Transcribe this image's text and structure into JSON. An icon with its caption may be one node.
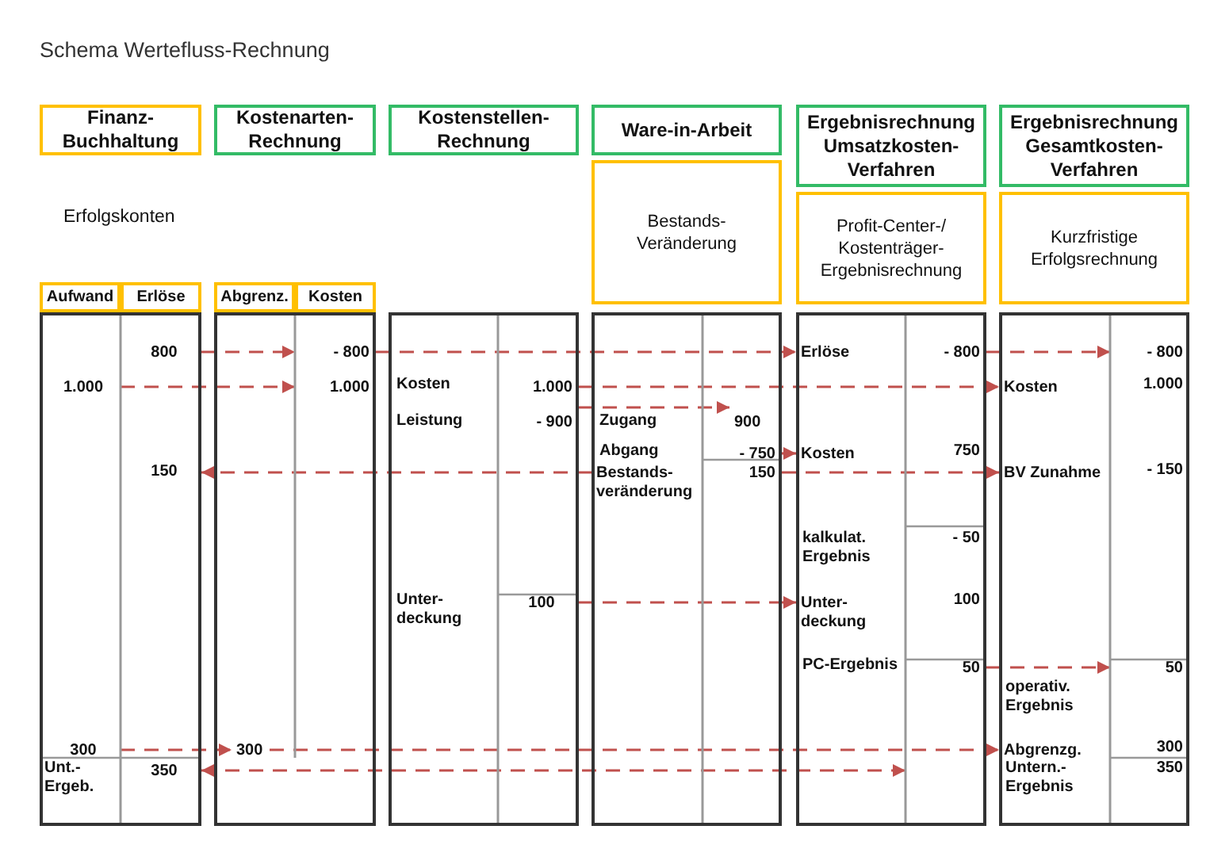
{
  "diagram": {
    "title": "Schema Wertefluss-Rechnung",
    "nodes": [
      {
        "text": [
          "Finanz- Buchhaltung"
        ]
      },
      {
        "text": [
          "Kostenarten- Rechnung"
        ]
      },
      {
        "text": [
          "Kostenstellen- Rechnung"
        ]
      },
      {
        "text": [
          "Ware-in-Arbeit"
        ]
      },
      {
        "text": [
          "Ergebnisrechnung Umsatzkosten- Verfahren"
        ]
      },
      {
        "text": [
          "Ergebnisrechnung Gesamtkosten- Verfahren"
        ]
      },
      {
        "text": [
          "Bestands- Veränderung"
        ]
      },
      {
        "text": [
          "Profit-Center-/ Kostenträger- Ergebnisrechnung"
        ]
      },
      {
        "text": [
          "Kurzfristige Erfolgsrechnung"
        ]
      },
      {
        "text": [
          "Aufwand"
        ]
      },
      {
        "text": [
          "Erlöse"
        ]
      },
      {
        "text": [
          "Abgrenz."
        ]
      },
      {
        "text": [
          "Kosten"
        ]
      },
      {
        "text": [],
        "shape": "box"
      },
      {
        "text": [],
        "shape": "box"
      },
      {
        "text": [],
        "shape": "box"
      },
      {
        "text": [],
        "shape": "box"
      },
      {
        "text": [],
        "shape": "box"
      },
      {
        "text": [],
        "shape": "box"
      },
      {
        "text": [
          "800"
        ],
        "in": 13
      },
      {
        "text": [
          "1.000"
        ],
        "in": 13
      },
      {
        "text": [
          "150"
        ],
        "in": 13
      },
      {
        "text": [
          "300"
        ],
        "in": 13
      },
      {
        "text": [
          "350"
        ],
        "in": 13
      },
      {
        "text": [
          "- 800"
        ],
        "in": 14
      },
      {
        "text": [
          "1.000"
        ],
        "in": 14
      },
      {
        "text": [
          "300"
        ],
        "in": 14
      },
      {
        "text": [
          "1.000"
        ],
        "in": 15
      },
      {
        "text": [
          "- 900"
        ],
        "in": 15
      },
      {
        "text": [
          "100"
        ],
        "in": 15
      },
      {
        "text": [
          "900"
        ],
        "in": 16
      },
      {
        "text": [
          "- 750"
        ],
        "in": 16
      },
      {
        "text": [
          "Bestands- veränderung"
        ],
        "in": 16
      },
      {
        "text": [
          "150"
        ],
        "in": 16
      },
      {
        "text": [
          "Erlöse"
        ],
        "in": 17
      },
      {
        "text": [
          "- 800"
        ],
        "in": 17
      },
      {
        "text": [
          "Kosten"
        ],
        "in": 17
      },
      {
        "text": [
          "Unter- deckung"
        ],
        "in": 17
      },
      {
        "text": [
          "50"
        ],
        "in": 17
      },
      {
        "text": [
          "- 800"
        ],
        "in": 18
      },
      {
        "text": [
          "Kosten"
        ],
        "in": 18
      },
      {
        "text": [
          "BV Zunahme"
        ],
        "in": 18
      },
      {
        "text": [
          "50"
        ],
        "in": 18
      },
      {
        "text": [
          "Abgrenzg."
        ],
        "in": 18
      }
    ],
    "edges": [
      {
        "from": 19,
        "to": 24,
        "arrow": "to",
        "style": "dashed"
      },
      {
        "from": 20,
        "to": 25,
        "arrow": "to",
        "style": "dashed"
      },
      {
        "from": 24,
        "to": 34,
        "arrow": "to",
        "style": "dashed"
      },
      {
        "from": 35,
        "to": 39,
        "arrow": "to",
        "style": "dashed"
      },
      {
        "from": 27,
        "to": 40,
        "arrow": "to",
        "style": "dashed"
      },
      {
        "from": 28,
        "to": 30,
        "arrow": "to",
        "style": "dashed"
      },
      {
        "from": 31,
        "to": 36,
        "arrow": "to",
        "style": "dashed"
      },
      {
        "from": 32,
        "to": 21,
        "arrow": "to",
        "style": "dashed"
      },
      {
        "from": 33,
        "to": 41,
        "arrow": "to",
        "style": "dashed"
      },
      {
        "from": 29,
        "to": 37,
        "arrow": "to",
        "style": "dashed"
      },
      {
        "from": 38,
        "to": 42,
        "arrow": "to",
        "style": "dashed"
      },
      {
        "from": 22,
        "to": 26,
        "arrow": "to",
        "style": "dashed"
      },
      {
        "from": 26,
        "to": 43,
        "arrow": "to",
        "style": "dashed"
      },
      {
        "from": 23,
        "to": 17,
        "arrow": "both",
        "style": "dashed"
      }
    ],
    "labels": [
      "Erfolgskonten",
      "Unt.- Ergeb.",
      "Kosten",
      "Leistung",
      "Unter- deckung",
      "Zugang",
      "Abgang",
      "750",
      "kalkulat. Ergebnis",
      "- 50",
      "100",
      "PC-Ergebnis",
      "1.000",
      "- 150",
      "operativ. Ergebnis",
      "300",
      "Untern.- Ergebnis",
      "350"
    ]
  }
}
